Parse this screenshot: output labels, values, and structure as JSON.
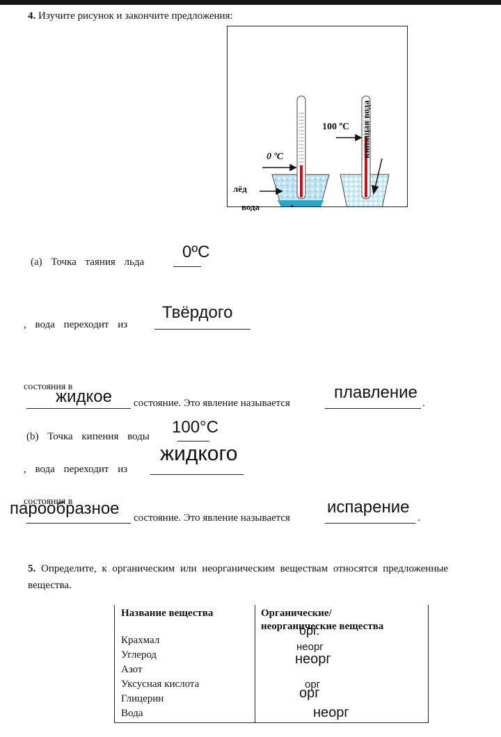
{
  "q4": {
    "title_num": "4.",
    "title_text": "Изучите рисунок и закончите предложения:",
    "figure": {
      "label_0c": "0 ºC",
      "label_100c": "100 ºC",
      "label_ice": "лёд",
      "label_water": "вода",
      "label_boiling": "кипящая вода"
    },
    "a": {
      "prefix": "(a)  Точка  таяния  льда",
      "answer_temp": "0ºC",
      "line2_text": ",  вода  переходит  из",
      "answer_from": "Твёрдого",
      "line3_text": "состояния   в",
      "answer_to": "жидкое",
      "suffix_text": "состояние.  Это явление называется",
      "answer_phenomenon": "плавление",
      "end_dot": "."
    },
    "b": {
      "prefix": "(b)  Точка  кипения  воды",
      "answer_temp": "100°C",
      "line2_text": ",  вода  переходит  из",
      "answer_from": "жидкого",
      "line3_text": "состояния   в",
      "answer_to": "парообразное",
      "suffix_text": "состояние.   Это явление называется",
      "answer_phenomenon": "испарение",
      "end_dot": "."
    }
  },
  "q5": {
    "title_num": "5.",
    "title_text": "Определите,  к  органическим  или  неорганическим  веществам  относятся  предложенные",
    "title_text2": "вещества.",
    "table": {
      "col1_header": "Название вещества",
      "col2_header_line1": "Органические/",
      "col2_header_line2": "неорганические вещества",
      "rows": [
        {
          "name": "Крахмал",
          "answer": "орг."
        },
        {
          "name": "Углерод",
          "answer": "неорг"
        },
        {
          "name": "Азот",
          "answer": "неорг"
        },
        {
          "name": "Уксусная кислота",
          "answer": "орг"
        },
        {
          "name": "Глицерин",
          "answer": "орг"
        },
        {
          "name": "Вода",
          "answer": "неорг"
        }
      ]
    }
  }
}
